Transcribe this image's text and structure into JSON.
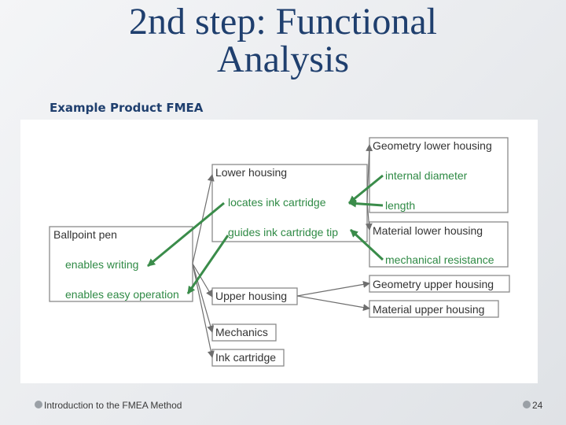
{
  "slide": {
    "title_line1": "2nd step: Functional",
    "title_line2": "Analysis",
    "subtitle": "Example Product FMEA",
    "footer_left": "Introduction to the FMEA Method",
    "page_number": "24"
  },
  "diagram": {
    "ballpoint_pen": {
      "title": "Ballpoint pen",
      "functions": [
        "enables writing",
        "enables easy operation"
      ]
    },
    "lower_housing": {
      "title": "Lower housing",
      "functions": [
        "locates ink cartridge",
        "guides ink cartridge tip"
      ]
    },
    "upper_housing": {
      "title": "Upper housing"
    },
    "mechanics": {
      "title": "Mechanics"
    },
    "ink_cartridge": {
      "title": "Ink cartridge"
    },
    "geometry_lower": {
      "title": "Geometry lower housing",
      "functions": [
        "internal diameter",
        "length"
      ]
    },
    "material_lower": {
      "title": "Material lower housing",
      "functions": [
        "mechanical resistance"
      ]
    },
    "geometry_upper": {
      "title": "Geometry upper housing"
    },
    "material_upper": {
      "title": "Material upper housing"
    },
    "colors": {
      "title": "#1f3f6e",
      "box_border": "#8a8a8a",
      "function_text": "#2f8a45",
      "arrow_green": "#3a8c4a",
      "link_grey": "#6e6e6e"
    }
  }
}
